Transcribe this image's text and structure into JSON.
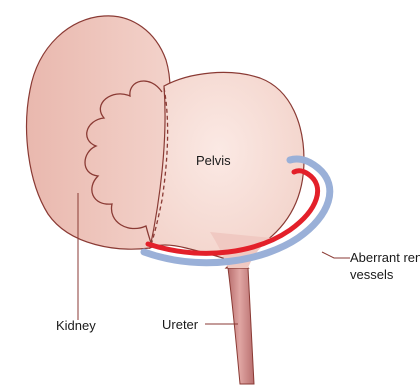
{
  "labels": {
    "pelvis": "Pelvis",
    "kidney": "Kidney",
    "ureter": "Ureter",
    "aberrant_line1": "Aberrant renal",
    "aberrant_line2": "vessels"
  },
  "colors": {
    "kidney_fill": "#efc7bf",
    "pelvis_fill": "#f7ddd6",
    "outline": "#8a3a34",
    "artery": "#e3202a",
    "vein": "#9ab0d8",
    "ureter": "#c98585"
  }
}
